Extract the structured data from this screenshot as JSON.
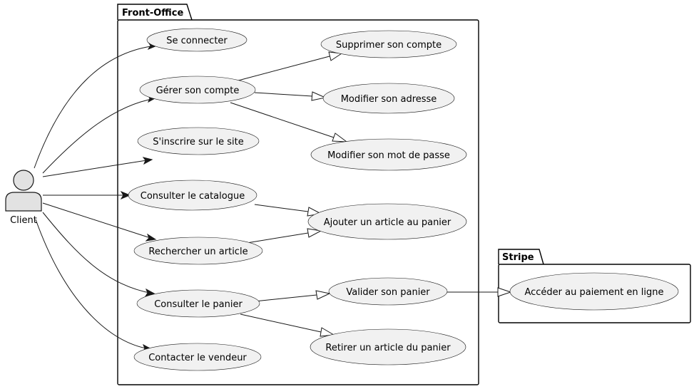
{
  "packages": {
    "front_office": "Front-Office",
    "stripe": "Stripe"
  },
  "actor": {
    "name": "Client"
  },
  "use_cases": {
    "se_connecter": "Se connecter",
    "gerer_compte": "Gérer son compte",
    "inscrire": "S'inscrire sur le site",
    "consulter_catalogue": "Consulter le catalogue",
    "rechercher_article": "Rechercher un article",
    "consulter_panier": "Consulter le panier",
    "contacter_vendeur": "Contacter le vendeur",
    "supprimer_compte": "Supprimer son compte",
    "modifier_adresse": "Modifier son adresse",
    "modifier_mdp": "Modifier son mot de passe",
    "ajouter_article": "Ajouter un article au panier",
    "valider_panier": "Valider son panier",
    "retirer_article": "Retirer un article du panier",
    "paiement_ligne": "Accéder au paiement en ligne"
  }
}
